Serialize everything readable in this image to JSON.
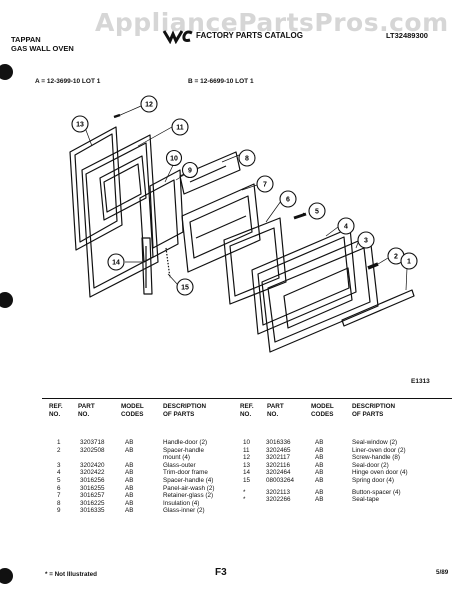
{
  "watermark": "AppliancePartsPros.com",
  "header": {
    "brand": "TAPPAN",
    "product": "GAS WALL OVEN",
    "catalog_title": "FACTORY PARTS CATALOG",
    "catalog_code": "LT32489300"
  },
  "lots": {
    "a": "A = 12-3699-10 LOT 1",
    "b": "B = 12-6699-10 LOT 1"
  },
  "diagram": {
    "callouts": [
      "1",
      "2",
      "3",
      "4",
      "5",
      "6",
      "7",
      "8",
      "9",
      "10",
      "11",
      "12",
      "13",
      "14",
      "15"
    ],
    "figure_id": "E1313"
  },
  "table": {
    "headers": {
      "ref": [
        "REF.",
        "NO."
      ],
      "part": [
        "PART",
        "NO."
      ],
      "model": [
        "MODEL",
        "CODES"
      ],
      "desc": [
        "DESCRIPTION",
        "OF PARTS"
      ]
    },
    "left": {
      "ref": [
        "1",
        "2",
        "",
        "3",
        "4",
        "5",
        "6",
        "7",
        "8",
        "9"
      ],
      "part": [
        "3203718",
        "3202508",
        "",
        "3202420",
        "3202422",
        "3016256",
        "3016255",
        "3016257",
        "3016225",
        "3016335"
      ],
      "model": [
        "AB",
        "AB",
        "",
        "AB",
        "AB",
        "AB",
        "AB",
        "AB",
        "AB",
        "AB"
      ],
      "desc": [
        "Handle-door (2)",
        "Spacer-handle",
        "mount (4)",
        "Glass-outer",
        "Trim-door frame",
        "Spacer-handle (4)",
        "Panel-air-wash (2)",
        "Retainer-glass (2)",
        "Insulation (4)",
        "Glass-inner (2)"
      ]
    },
    "right": {
      "ref": [
        "10",
        "11",
        "12",
        "13",
        "14",
        "15",
        "*",
        "*"
      ],
      "part": [
        "3016336",
        "3202465",
        "3202117",
        "3202116",
        "3202464",
        "08003264",
        "3202113",
        "3202266"
      ],
      "model": [
        "AB",
        "AB",
        "AB",
        "AB",
        "AB",
        "AB",
        "AB",
        "AB"
      ],
      "desc": [
        "Seal-window (2)",
        "Liner-oven door (2)",
        "Screw-handle (8)",
        "Seal-door (2)",
        "Hinge oven door (4)",
        "Spring door (4)",
        "Button-spacer (4)",
        "Seal-tape"
      ]
    }
  },
  "footer": {
    "note": "* = Not Illustrated",
    "page": "F3",
    "date": "5/89"
  }
}
